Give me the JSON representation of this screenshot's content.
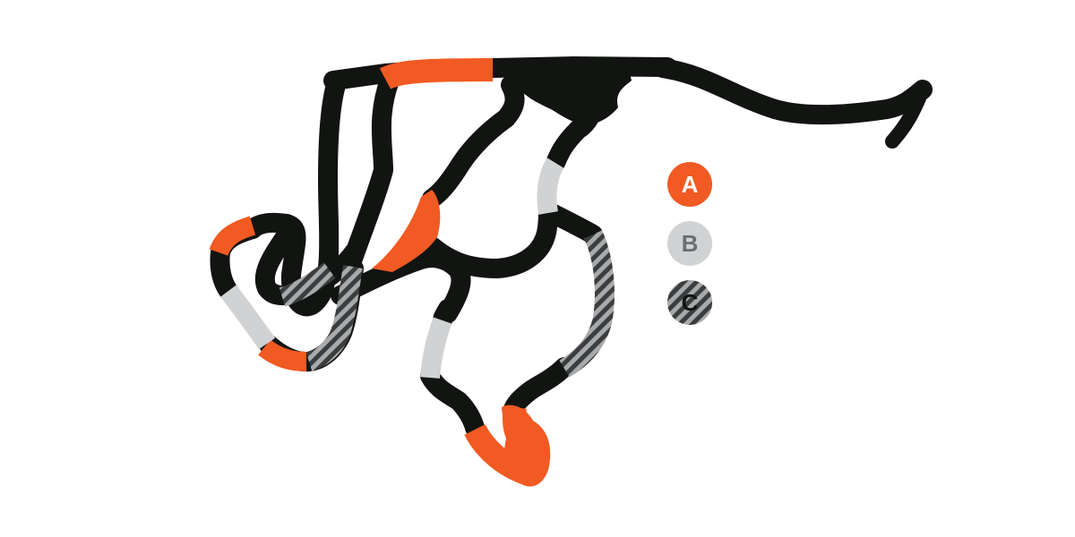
{
  "colors": {
    "road": "#121412",
    "a": "#f15a22",
    "b": "#d1d2d3",
    "c_dark": "#3c3d3e",
    "c_light": "#a7a9ab",
    "background": "#ffffff"
  },
  "legend": {
    "items": [
      {
        "label": "A",
        "label_color": "#ffffff"
      },
      {
        "label": "B",
        "label_color": "#6d6e70"
      },
      {
        "label": "C",
        "label_color": "#121412"
      }
    ]
  }
}
